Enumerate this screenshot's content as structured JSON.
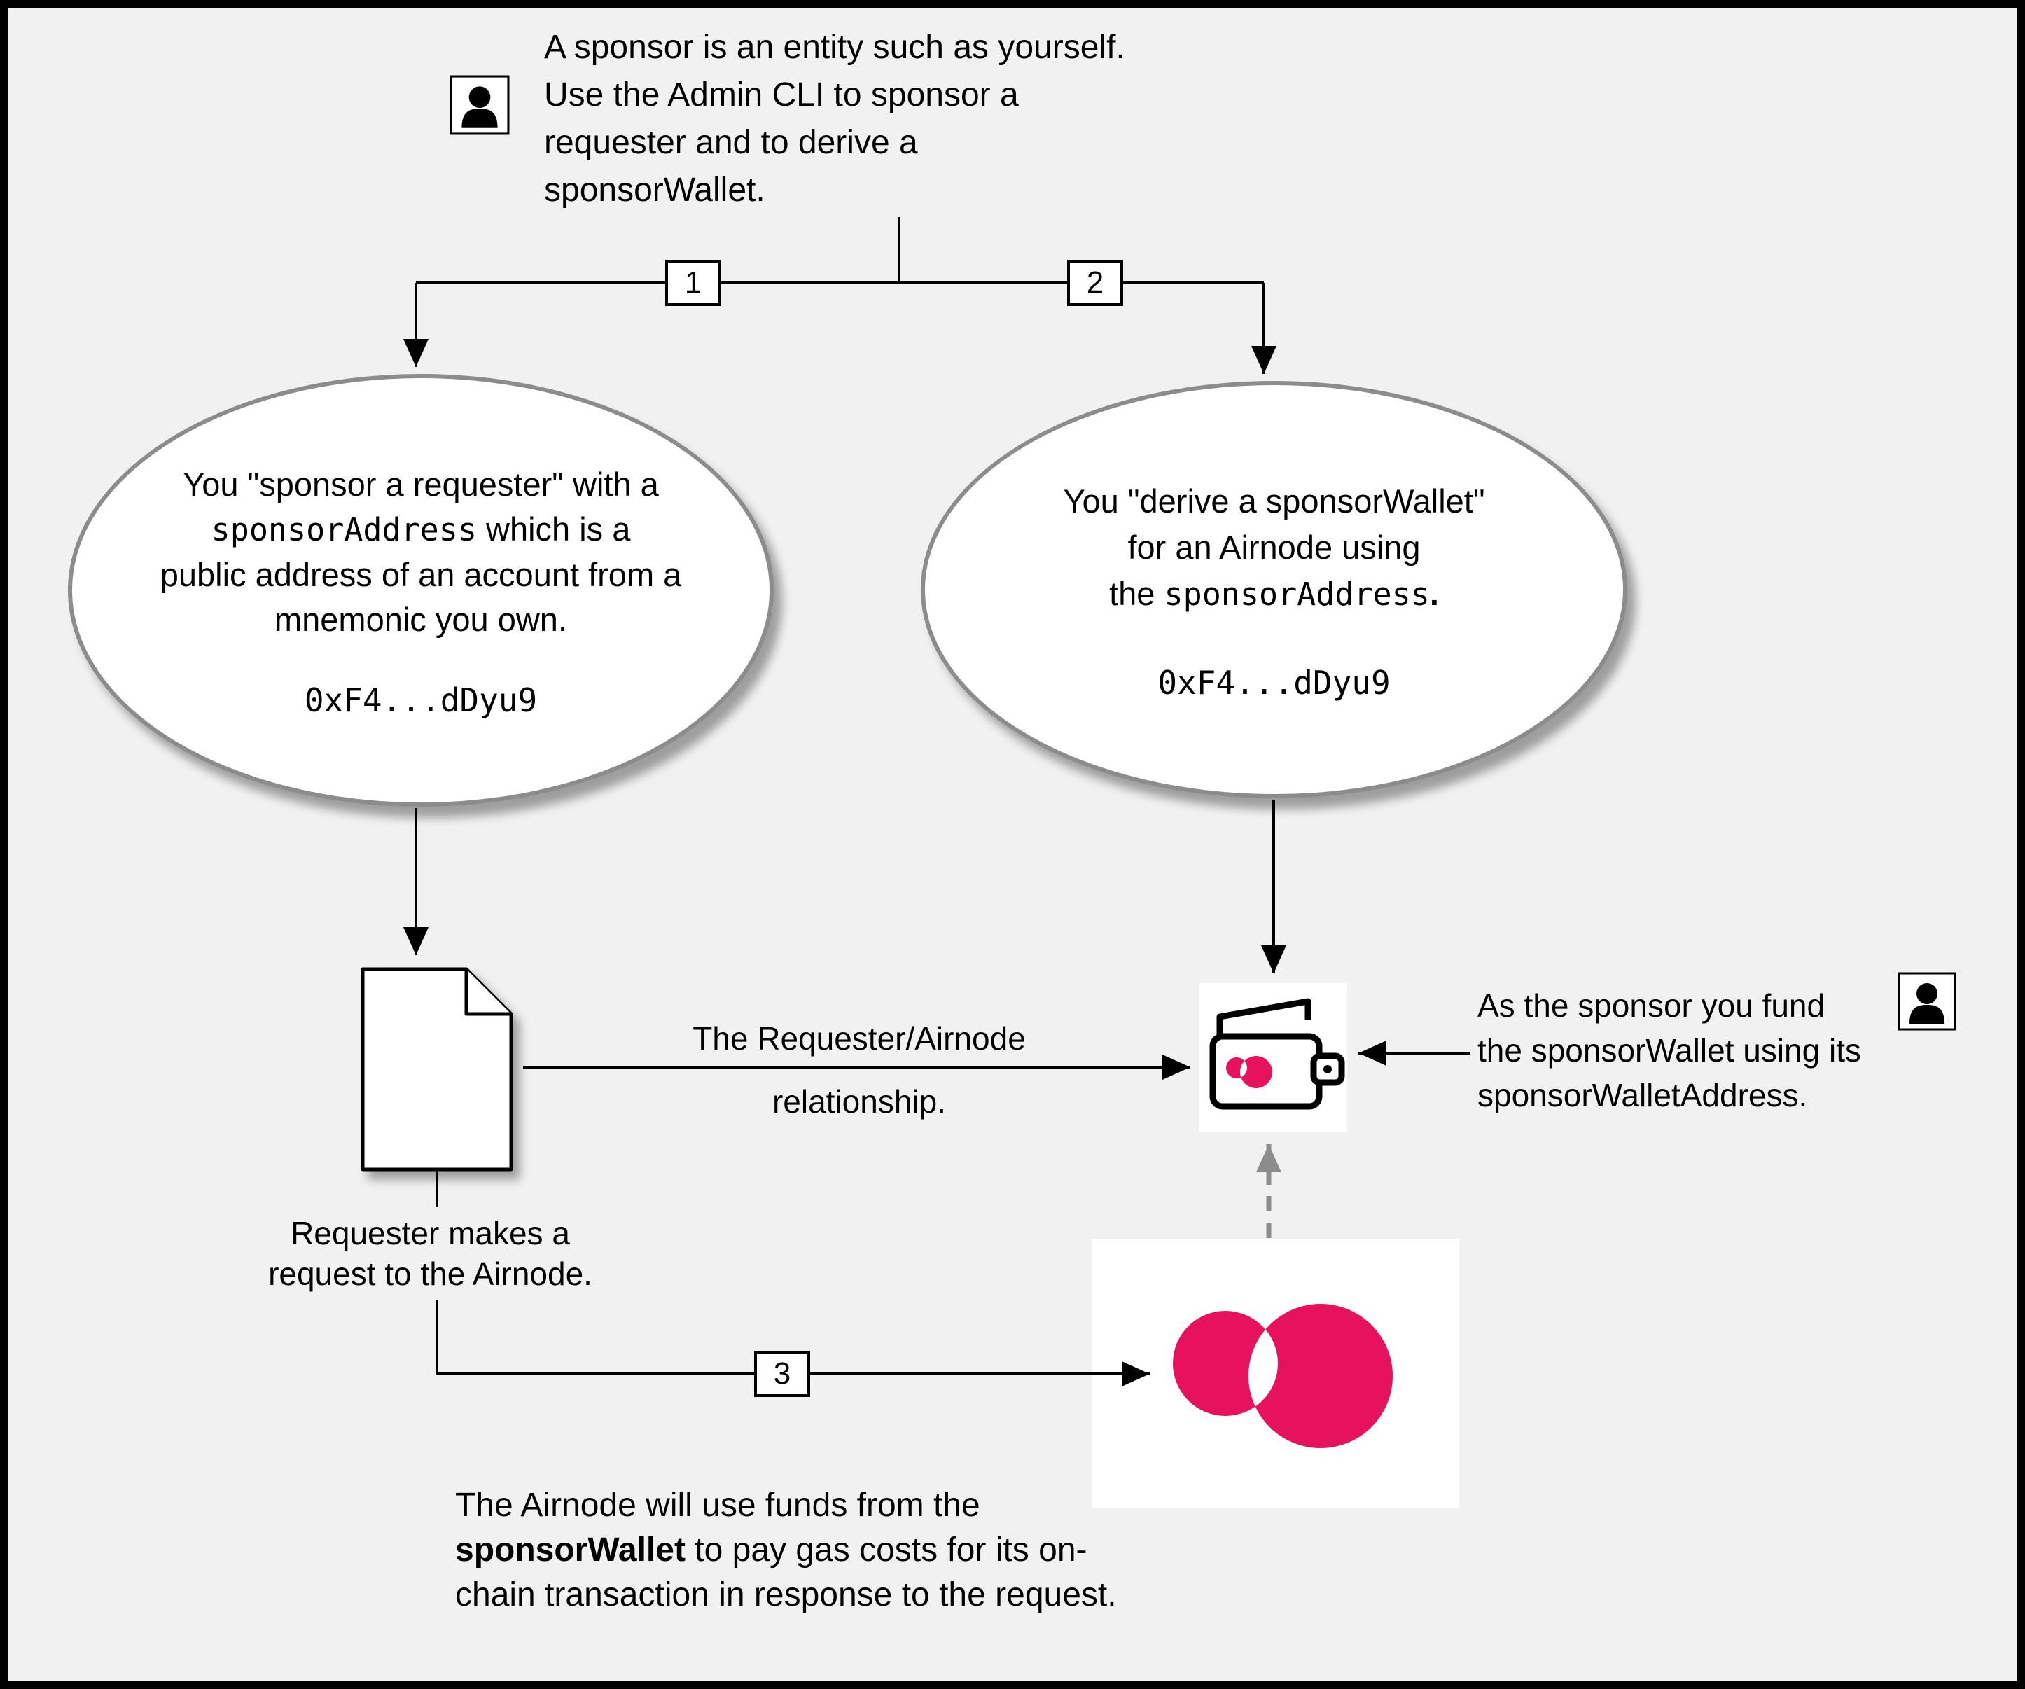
{
  "colors": {
    "bg": "#f2f1f2",
    "pink": "#e6125e",
    "line": "#000000",
    "muted": "#8c8c8c"
  },
  "icons": {
    "person": "person-silhouette",
    "document": "document-page",
    "wallet": "wallet-with-logo",
    "airnode": "airnode-logo-circles"
  },
  "top_note": {
    "lines": [
      "A sponsor is an entity such as yourself.",
      "Use the Admin CLI to sponsor a",
      "requester and to derive a",
      "sponsorWallet."
    ]
  },
  "steps": {
    "one": "1",
    "two": "2",
    "three": "3"
  },
  "left_ellipse": {
    "line1": "You \"sponsor a requester\" with a",
    "line2_code": "sponsorAddress",
    "line2_rest": " which is a",
    "line3": "public address of an account from a",
    "line4": "mnemonic you own.",
    "address": "0xF4...dDyu9"
  },
  "right_ellipse": {
    "line1": "You \"derive a sponsorWallet\"",
    "line2": "for an Airnode using",
    "line3_pre": "the ",
    "line3_code": "sponsorAddress",
    "line3_post": ".",
    "address": "0xF4...dDyu9"
  },
  "relationship_label": {
    "line1": "The Requester/Airnode",
    "line2": "relationship."
  },
  "requester_note": {
    "line1": "Requester makes a",
    "line2": "request to the Airnode."
  },
  "fund_note": {
    "lines": [
      "As the sponsor you fund",
      "the sponsorWallet using its",
      "sponsorWalletAddress."
    ]
  },
  "bottom_note": {
    "line1": "The Airnode will use funds from the",
    "line2_bold": "sponsorWallet",
    "line2_rest": " to pay gas costs for its on-",
    "line3": "chain transaction in response to the request."
  }
}
